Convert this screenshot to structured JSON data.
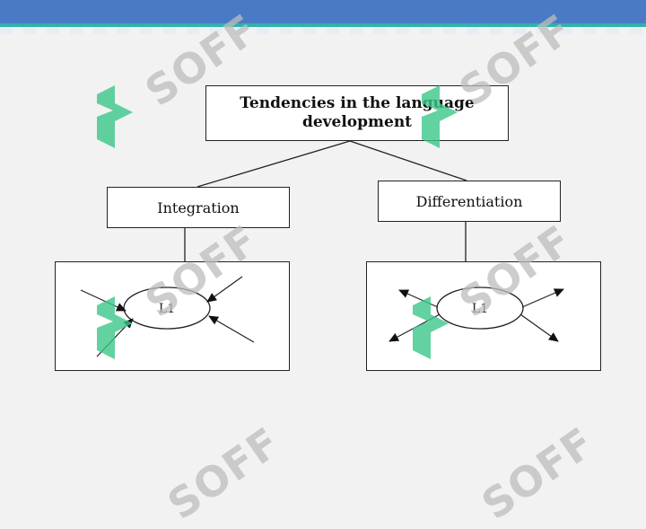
{
  "diagram": {
    "title": "Tendencies in the language development",
    "left_branch": "Integration",
    "right_branch": "Differentiation",
    "left_node": "L1",
    "right_node": "L1"
  },
  "watermark": {
    "text": "SOFF"
  },
  "colors": {
    "header_bar": "#4a7ac6",
    "header_stripe": "#2fb3a8",
    "watermark_green": "#3cc78a"
  }
}
